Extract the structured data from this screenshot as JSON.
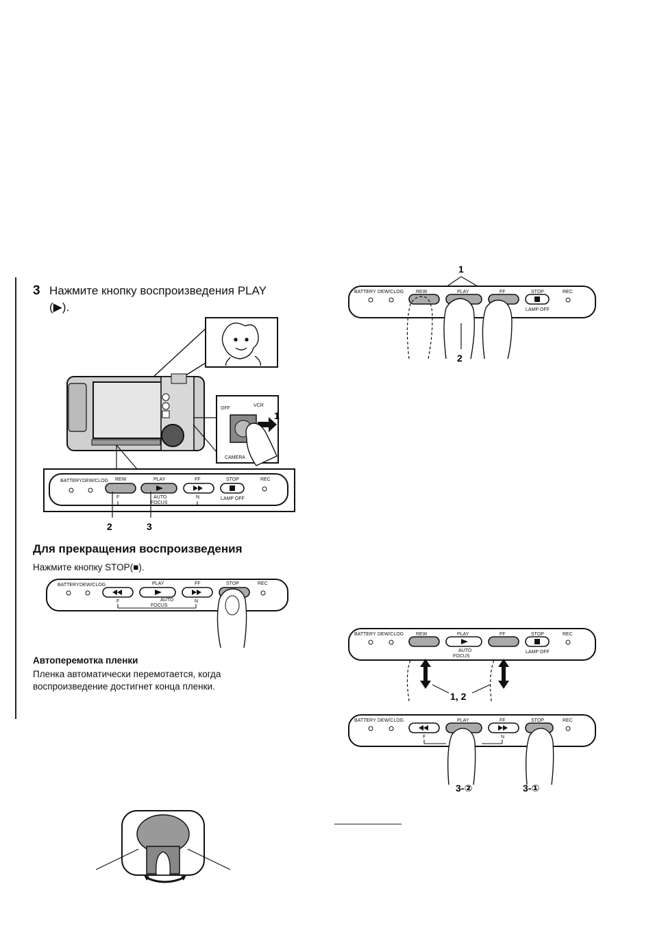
{
  "step3": {
    "number": "3",
    "line1": "Нажмите кнопку воспроизведения PLAY",
    "line2": "(▶)."
  },
  "stop_section": {
    "heading": "Для прекращения воспроизведения",
    "instruction": "Нажмите кнопку STOP(■)."
  },
  "auto_rewind": {
    "heading": "Автоперемотка пленки",
    "line1": "Пленка автоматически перемотается, когда",
    "line2": "воспроизведение достигнет конца пленки."
  },
  "panel_labels": {
    "battery": "BATTERY",
    "dewclog": "DEW/CLOG",
    "rew": "REW",
    "play": "PLAY",
    "ff": "FF",
    "stop": "STOP",
    "rec": "REC",
    "lamp_off": "LAMP OFF",
    "auto": "AUTO",
    "focus": "FOCUS",
    "f": "F",
    "n": "N"
  },
  "switch_labels": {
    "off": "OFF",
    "vcr": "VCR",
    "camera": "CAMERA"
  },
  "callouts": {
    "one": "1",
    "two": "2",
    "three": "3",
    "one_two": "1, 2",
    "three_two": "3-②",
    "three_one": "3-①"
  }
}
